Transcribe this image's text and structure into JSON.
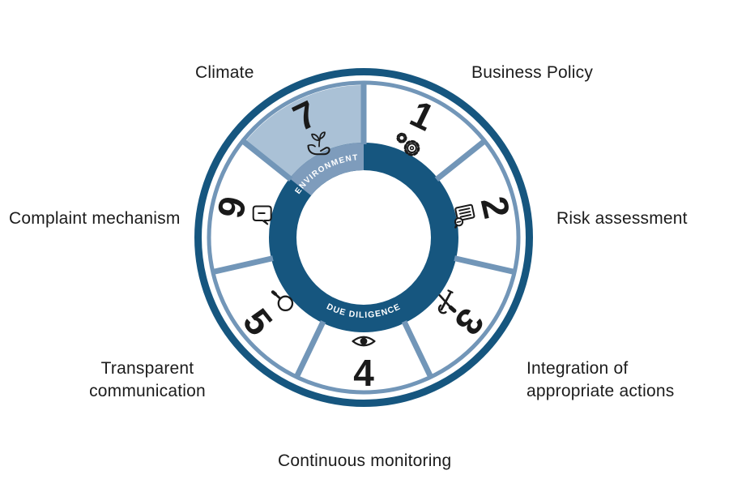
{
  "wheel": {
    "center_label": "DUE DILIGENCE",
    "band_label": "ENVIRONMENT",
    "colors": {
      "dark_blue": "#16567F",
      "medium_blue": "#7296B8",
      "band_blue": "#7E9CBC",
      "highlight_fill": "#AAC1D6",
      "text_black": "#1A1A1A",
      "background": "#FFFFFF"
    },
    "segments": [
      {
        "number": "1",
        "label": "Business Policy",
        "icon": "gears-icon",
        "highlighted": false
      },
      {
        "number": "2",
        "label": "Risk assessment",
        "icon": "checklist-magnifier-icon",
        "highlighted": false
      },
      {
        "number": "3",
        "label": "Integration of appropriate actions",
        "icon": "tools-icon",
        "highlighted": false
      },
      {
        "number": "4",
        "label": "Continuous monitoring",
        "icon": "eye-icon",
        "highlighted": false
      },
      {
        "number": "5",
        "label": "Transparent communication",
        "icon": "magnifier-icon",
        "highlighted": false
      },
      {
        "number": "6",
        "label": "Complaint mechanism",
        "icon": "speech-bubble-icon",
        "highlighted": false
      },
      {
        "number": "7",
        "label": "Climate",
        "icon": "sprout-hand-icon",
        "highlighted": true
      }
    ]
  }
}
